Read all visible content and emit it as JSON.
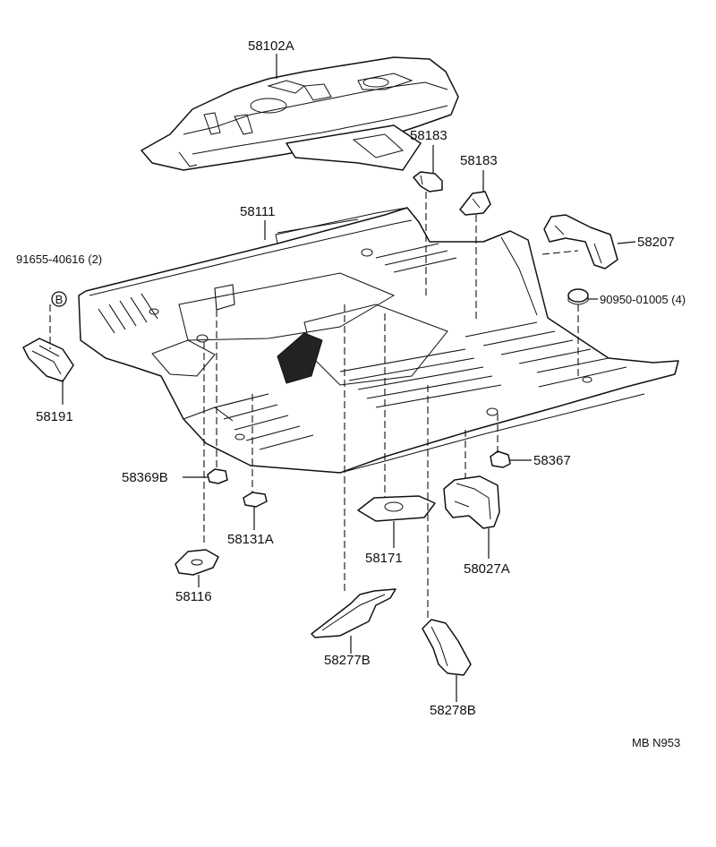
{
  "diagram": {
    "parts": [
      {
        "id": "p58102A",
        "label": "58102A"
      },
      {
        "id": "p58183a",
        "label": "58183"
      },
      {
        "id": "p58183b",
        "label": "58183"
      },
      {
        "id": "p58111",
        "label": "58111"
      },
      {
        "id": "p58207",
        "label": "58207"
      },
      {
        "id": "p91655",
        "label": "91655-40616 (2)"
      },
      {
        "id": "p90950",
        "label": "90950-01005 (4)"
      },
      {
        "id": "p58191",
        "label": "58191"
      },
      {
        "id": "p58369B",
        "label": "58369B"
      },
      {
        "id": "p58367",
        "label": "58367"
      },
      {
        "id": "p58131A",
        "label": "58131A"
      },
      {
        "id": "p58171",
        "label": "58171"
      },
      {
        "id": "p58027A",
        "label": "58027A"
      },
      {
        "id": "p58116",
        "label": "58116"
      },
      {
        "id": "p58277B",
        "label": "58277B"
      },
      {
        "id": "p58278B",
        "label": "58278B"
      }
    ],
    "bolt_marker": "B",
    "drawing_code": "MB N953"
  }
}
